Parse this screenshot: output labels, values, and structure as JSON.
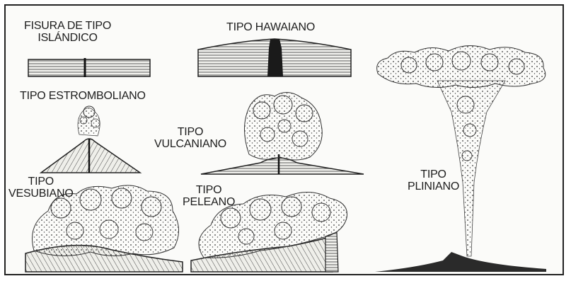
{
  "labels": {
    "islandico": [
      "FISURA DE TIPO",
      "ISLÁNDICO"
    ],
    "hawaiano": [
      "TIPO HAWAIANO"
    ],
    "estromboliano": [
      "TIPO ESTROMBOLIANO"
    ],
    "vulcaniano": [
      "TIPO",
      "VULCANIANO"
    ],
    "vesubiano": [
      "TIPO",
      "VESUBIANO"
    ],
    "peleano": [
      "TIPO",
      "PELEANO"
    ],
    "pliniano": [
      "TIPO",
      "PLINIANO"
    ]
  },
  "colors": {
    "ink": "#1c1c1c",
    "paper": "#fbfbf9",
    "border": "#222222"
  }
}
